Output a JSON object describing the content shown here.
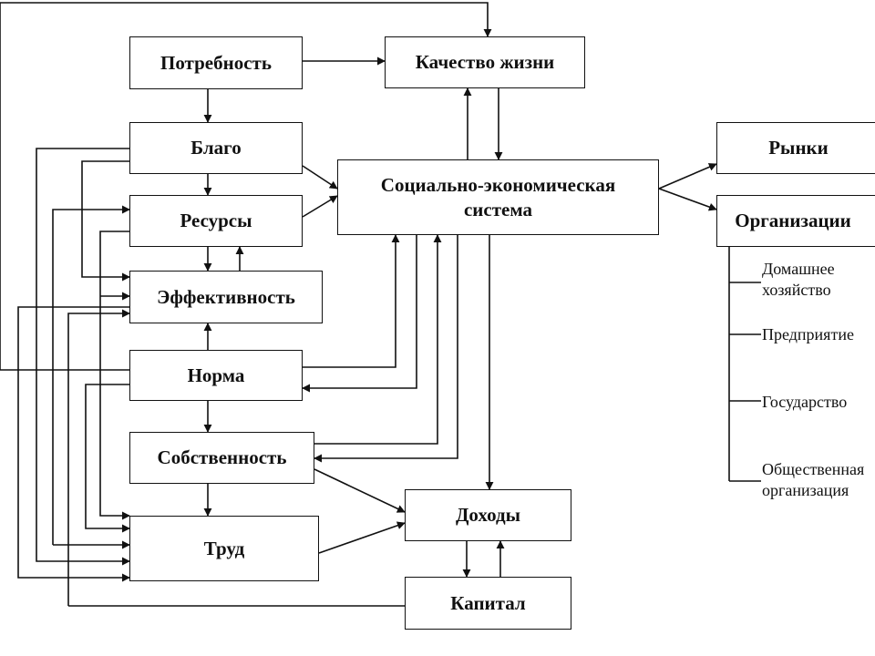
{
  "boxes": {
    "potrebnost": "Потребность",
    "kachestvo": "Качество жизни",
    "blago": "Благо",
    "resursy": "Ресурсы",
    "effektivnost": "Эффективность",
    "norma": "Норма",
    "sobstvennost": "Собственность",
    "trud": "Труд",
    "dohody": "Доходы",
    "kapital": "Капитал",
    "sistema": "Социально-экономическая\nсистема",
    "rynki": "Рынки",
    "organizacii": "Организации"
  },
  "organization_types": [
    "Домашнее\nхозяйство",
    "Предприятие",
    "Государство",
    "Общественная\nорганизация"
  ]
}
